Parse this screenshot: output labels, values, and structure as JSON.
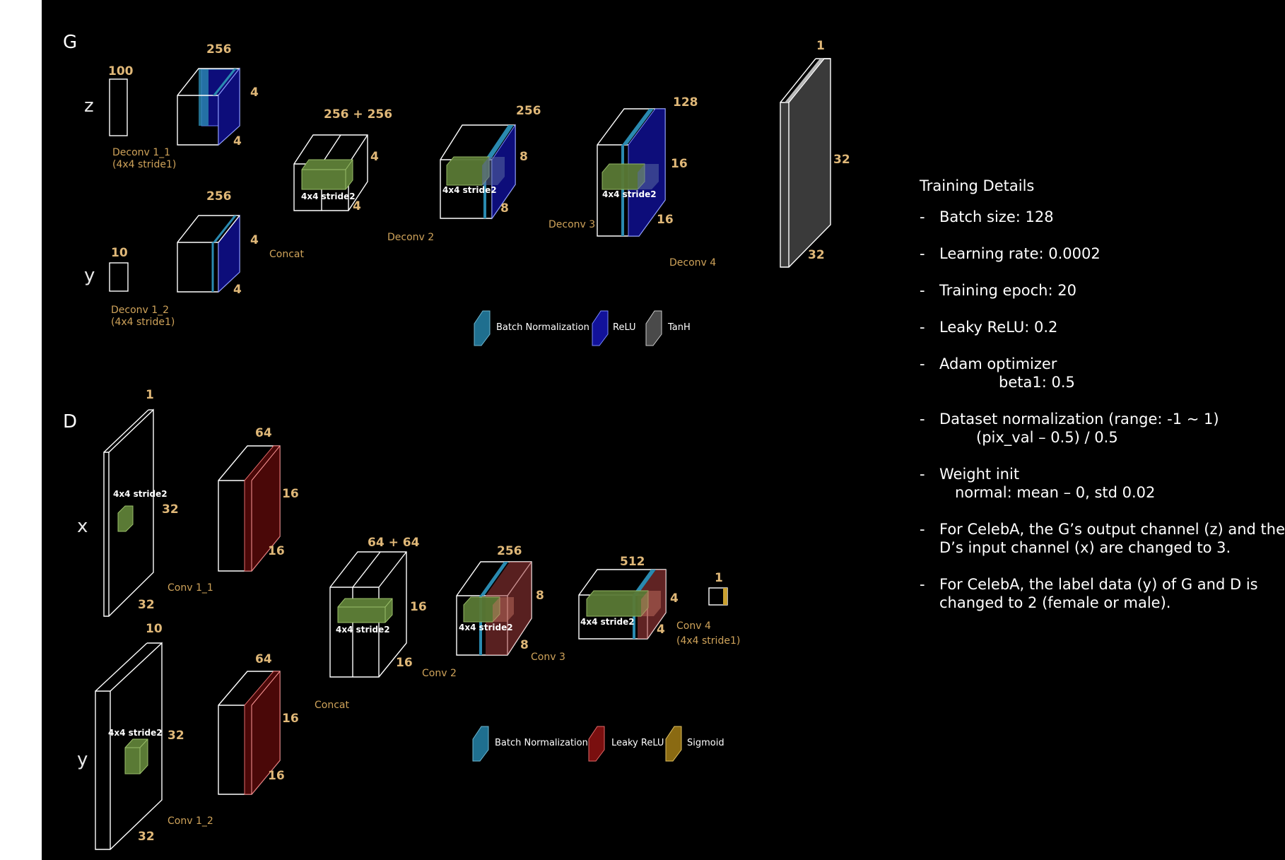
{
  "generator": {
    "section_label": "G",
    "z": {
      "var": "z",
      "dim": "100"
    },
    "y": {
      "var": "y",
      "dim": "10"
    },
    "deconv1_1": {
      "name": "Deconv 1_1",
      "desc": "(4x4 stride1)",
      "channels": "256",
      "h": "4",
      "w": "4"
    },
    "deconv1_2": {
      "name": "Deconv 1_2",
      "desc": "(4x4 stride1)",
      "channels": "256",
      "h": "4",
      "w": "4"
    },
    "concat": {
      "name": "Concat",
      "channels": "256 + 256",
      "h": "4",
      "w": "4",
      "kernel": "4x4 stride2"
    },
    "deconv2": {
      "name": "Deconv 2",
      "channels": "256",
      "h": "8",
      "w": "8",
      "kernel": "4x4 stride2"
    },
    "deconv3": {
      "name": "Deconv 3",
      "channels": "128",
      "h": "16",
      "w": "16",
      "kernel": "4x4 stride2"
    },
    "deconv4": {
      "name": "Deconv 4",
      "channels": "1",
      "h": "32",
      "w": "32"
    },
    "legend": [
      {
        "label": "Batch Normalization",
        "color": "#1f6f8f"
      },
      {
        "label": "ReLU",
        "color": "#12129a"
      },
      {
        "label": "TanH",
        "color": "#4a4a4a"
      }
    ]
  },
  "discriminator": {
    "section_label": "D",
    "x": {
      "var": "x",
      "channels": "1",
      "h": "32",
      "w": "32",
      "kernel": "4x4 stride2"
    },
    "y": {
      "var": "y",
      "channels": "10",
      "h": "32",
      "w": "32",
      "kernel": "4x4 stride2"
    },
    "conv1_1": {
      "name": "Conv 1_1",
      "channels": "64",
      "h": "16",
      "w": "16"
    },
    "conv1_2": {
      "name": "Conv 1_2",
      "channels": "64",
      "h": "16",
      "w": "16"
    },
    "concat": {
      "name": "Concat",
      "channels": "64 + 64",
      "h": "16",
      "w": "16",
      "kernel": "4x4 stride2"
    },
    "conv2": {
      "name": "Conv 2",
      "channels": "256",
      "h": "8",
      "w": "8",
      "kernel": "4x4 stride2"
    },
    "conv3": {
      "name": "Conv 3",
      "channels": "512",
      "h": "4",
      "w": "4",
      "kernel": "4x4 stride2"
    },
    "conv4": {
      "name": "Conv 4",
      "desc": "(4x4 stride1)",
      "channels": "1"
    },
    "legend": [
      {
        "label": "Batch Normalization",
        "color": "#1f6f8f"
      },
      {
        "label": "Leaky ReLU",
        "color": "#7a0f0f"
      },
      {
        "label": "Sigmoid",
        "color": "#8a6a12"
      }
    ]
  },
  "training": {
    "title": "Training Details",
    "items": [
      {
        "dash": "-",
        "text": "Batch size: 128",
        "sub": ""
      },
      {
        "dash": "-",
        "text": "Learning rate: 0.0002",
        "sub": ""
      },
      {
        "dash": "-",
        "text": "Training epoch: 20",
        "sub": ""
      },
      {
        "dash": "-",
        "text": "Leaky ReLU: 0.2",
        "sub": ""
      },
      {
        "dash": "-",
        "text": "Adam optimizer",
        "sub": "beta1: 0.5"
      },
      {
        "dash": "-",
        "text": "Dataset normalization (range: -1 ~ 1)",
        "sub": "(pix_val – 0.5) / 0.5"
      },
      {
        "dash": "-",
        "text": "Weight init",
        "sub": "normal: mean – 0, std 0.02"
      },
      {
        "dash": "-",
        "text": "For CelebA, the G’s output channel (z) and the D’s input channel (x) are changed to 3.",
        "sub": ""
      },
      {
        "dash": "-",
        "text": "For CelebA, the label data (y) of G and D is changed to 2 (female or male).",
        "sub": ""
      }
    ]
  },
  "colors": {
    "background": "#000000",
    "dimension_text": "#e0b878",
    "layer_label": "#cfa35a",
    "kernel_green": "#5a7a35",
    "batchnorm": "#1f6f8f",
    "relu": "#12129a",
    "leaky_relu": "#7a0f0f",
    "tanh": "#4a4a4a",
    "sigmoid": "#8a6a12"
  }
}
